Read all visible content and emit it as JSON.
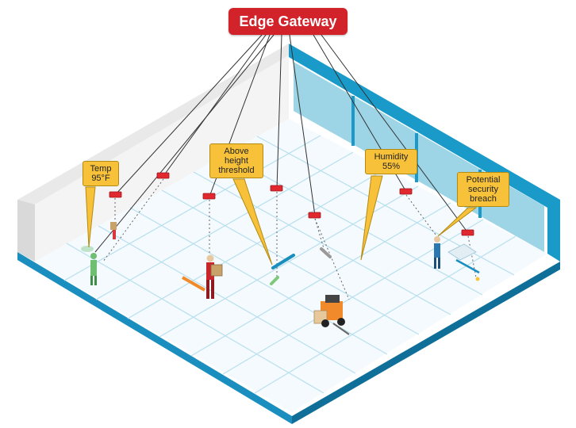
{
  "gateway": {
    "label": "Edge Gateway"
  },
  "callouts": {
    "temp": {
      "line1": "Temp",
      "line2": "95°F"
    },
    "height": {
      "line1": "Above",
      "line2": "height",
      "line3": "threshold"
    },
    "humidity": {
      "line1": "Humidity",
      "line2": "55%"
    },
    "security": {
      "line1": "Potential",
      "line2": "security",
      "line3": "breach"
    }
  },
  "colors": {
    "gateway": "#d2232a",
    "sensor": "#e0282e",
    "callout": "#f7c23a",
    "wall_side": "#1a9ac9",
    "window": "#9dd5e6",
    "floor": "#f4fafd",
    "grid": "#b8dfee"
  }
}
